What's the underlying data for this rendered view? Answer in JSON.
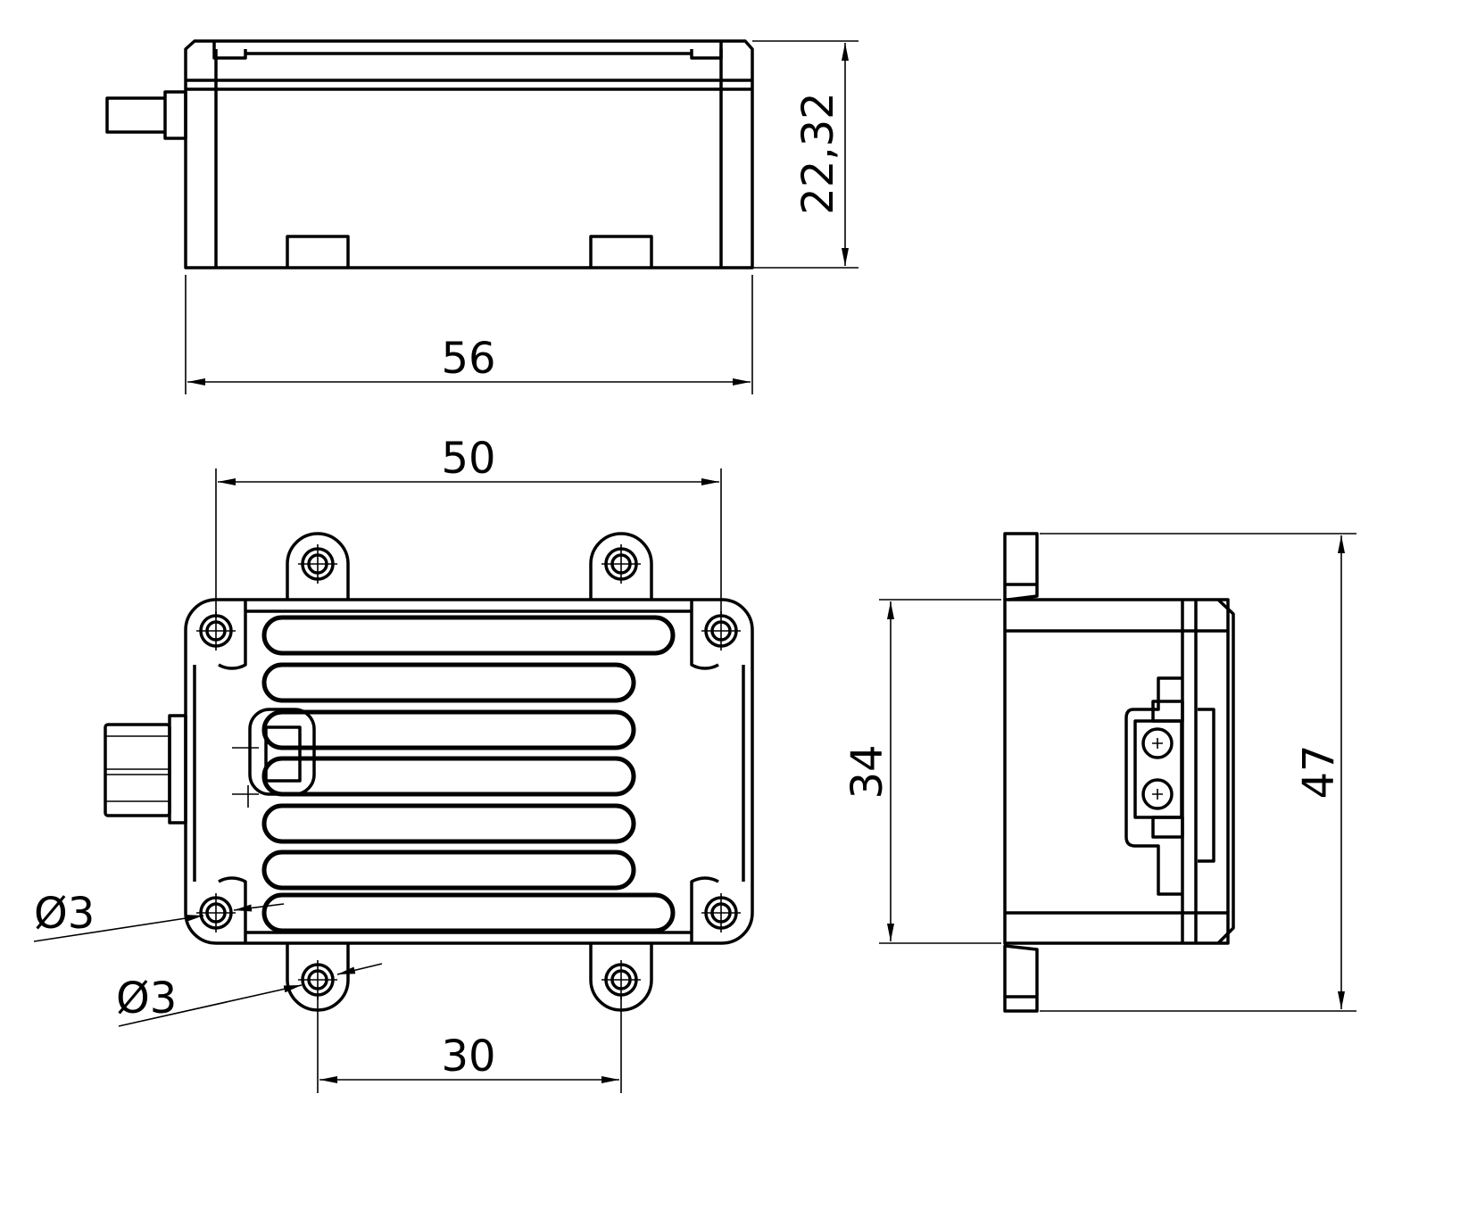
{
  "dimensions": {
    "top_height": "22,32",
    "top_width": "56",
    "front_hole_spacing": "50",
    "front_tab_spacing": "30",
    "corner_hole_dia": "Ø3",
    "tab_hole_dia": "Ø3",
    "side_body_height": "34",
    "side_total_height": "47"
  },
  "colors": {
    "line": "#000000",
    "background": "#ffffff"
  }
}
